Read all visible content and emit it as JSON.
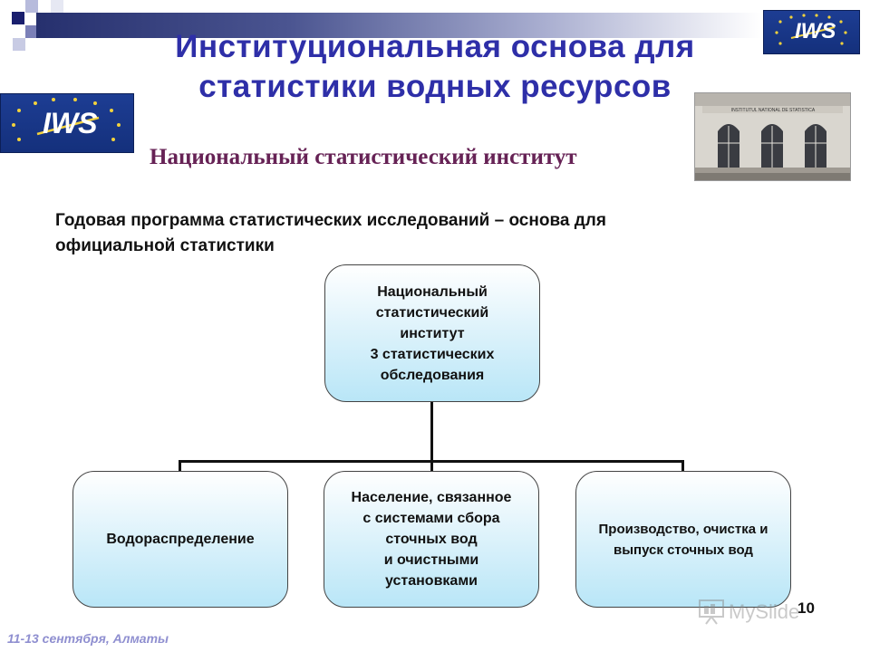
{
  "slide": {
    "title_lines": [
      "Институциональная основа для",
      "статистики водных ресурсов"
    ],
    "subtitle": "Национальный статистический институт",
    "intro_lines": [
      "Годовая программа статистических  исследований – основа для",
      "официальной статистики"
    ],
    "footer": "11-13 сентября, Алматы",
    "page_number": "10"
  },
  "logos": {
    "text": "IWS"
  },
  "photo": {
    "sign_text": "INSTITUTUL NATIONAL DE STATISTICA"
  },
  "diagram": {
    "root": {
      "lines": [
        "Национальный",
        "статистический",
        "институт",
        "3 статистических",
        "обследования"
      ]
    },
    "children": [
      {
        "lines": [
          "Водораспределение"
        ]
      },
      {
        "lines": [
          "Население, связанное",
          "с системами сбора",
          "сточных вод",
          "и очистными",
          "установками"
        ]
      },
      {
        "lines": [
          "Производство, очистка и",
          "выпуск сточных вод"
        ]
      }
    ]
  },
  "colors": {
    "title": "#2e2fa8",
    "subtitle": "#662255",
    "footer": "#8f8fd0",
    "box_fill_bottom": "#b9e6f7"
  },
  "watermark": {
    "text": "MySlide"
  }
}
